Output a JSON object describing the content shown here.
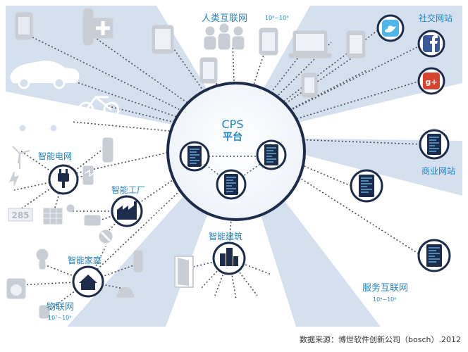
{
  "hub": {
    "title": "CPS",
    "subtitle": "平台"
  },
  "sectors": {
    "internet_of_people": {
      "label": "人类互联网",
      "range": "10⁶~10⁸"
    },
    "social_web": {
      "label": "社交网站"
    },
    "business_web": {
      "label": "商业网站"
    },
    "internet_of_services": {
      "label": "服务互联网",
      "range": "10⁴~10⁶"
    },
    "smart_building": {
      "label": "智能建筑"
    },
    "smart_grid": {
      "label": "智能电网"
    },
    "smart_factory": {
      "label": "智能工厂"
    },
    "smart_home": {
      "label": "智能家庭"
    },
    "internet_of_things": {
      "label": "物联网",
      "range": "10⁷~10⁹"
    }
  },
  "social_icons": [
    "twitter-icon",
    "facebook-icon",
    "google-plus-icon"
  ],
  "lcd_digits": "285",
  "credit": "数据来源：博世软件创新公司（bosch）.2012",
  "colors": {
    "accent_blue": "#1f84c6",
    "ring": "#1d2c4a",
    "panel_bg": "#d5e0ee",
    "device_gray": "#c9ced6",
    "dots": "#4a4f57"
  }
}
